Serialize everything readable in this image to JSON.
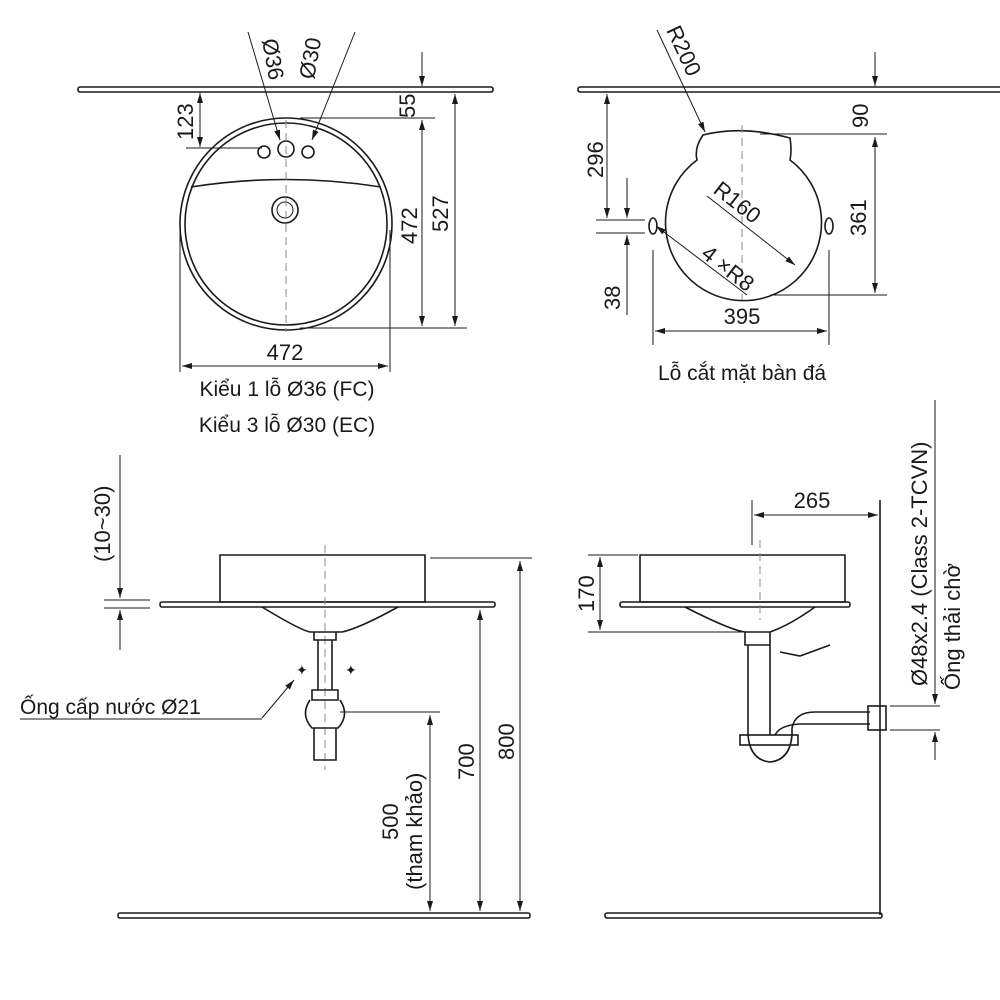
{
  "top_view": {
    "dim_hole_1": "Ø36",
    "dim_hole_3": "Ø30",
    "dim_123": "123",
    "dim_55": "55",
    "dim_472_v": "472",
    "dim_527": "527",
    "dim_472_h": "472",
    "note_1": "Kiểu 1 lỗ Ø36 (FC)",
    "note_2": "Kiểu 3 lỗ Ø30 (EC)"
  },
  "cutout_view": {
    "dim_r200": "R200",
    "dim_r160": "R160",
    "dim_r8": "4 ×R8",
    "dim_296": "296",
    "dim_38": "38",
    "dim_90": "90",
    "dim_361": "361",
    "dim_395": "395",
    "caption": "Lỗ cắt mặt bàn đá"
  },
  "front_view": {
    "dim_gap": "(10~30)",
    "supply_label": "Ống cấp nước Ø21",
    "dim_800": "800",
    "dim_700": "700",
    "dim_500": "500",
    "dim_500_note": "(tham khảo)"
  },
  "side_view": {
    "dim_265": "265",
    "dim_170": "170",
    "drain_spec": "Ø48x2.4 (Class 2-TCVN)",
    "drain_label": "Ống thải chờ"
  }
}
